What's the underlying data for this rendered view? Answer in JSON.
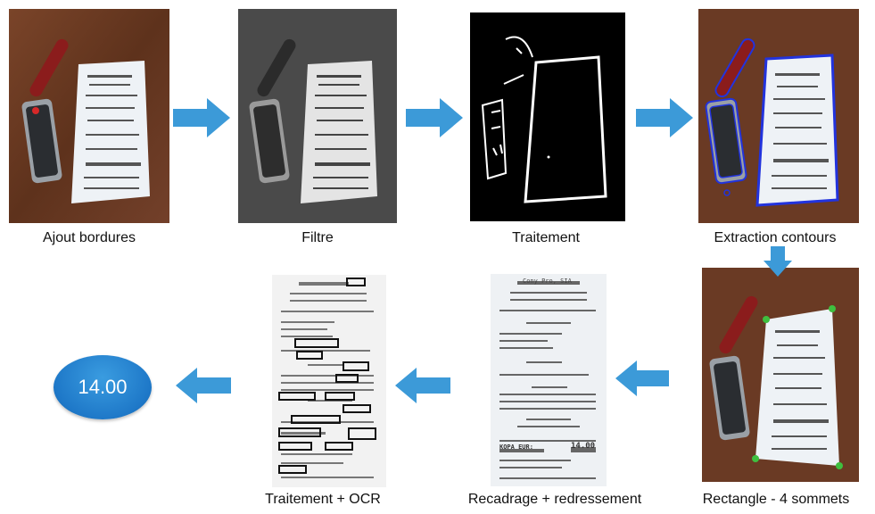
{
  "steps": [
    {
      "id": "ajout-bordures",
      "label": "Ajout bordures"
    },
    {
      "id": "filtre",
      "label": "Filtre"
    },
    {
      "id": "traitement",
      "label": "Traitement"
    },
    {
      "id": "extraction-contours",
      "label": "Extraction contours"
    },
    {
      "id": "rectangle",
      "label": "Rectangle - 4 sommets"
    },
    {
      "id": "recadrage",
      "label": "Recadrage + redressement"
    },
    {
      "id": "traitement-ocr",
      "label": "Traitement + OCR"
    }
  ],
  "result": {
    "value": "14.00"
  },
  "colors": {
    "arrow": "#3c9ad8",
    "wood": "#6b3a22",
    "contour_blue": "#2233dd",
    "corner_green": "#3fbf3f",
    "result_fill": "#1e78c8"
  },
  "receipt": {
    "total_label": "KOPA EUR:",
    "total_value": "14.00",
    "merchant": "Cony Pro, SIA"
  }
}
